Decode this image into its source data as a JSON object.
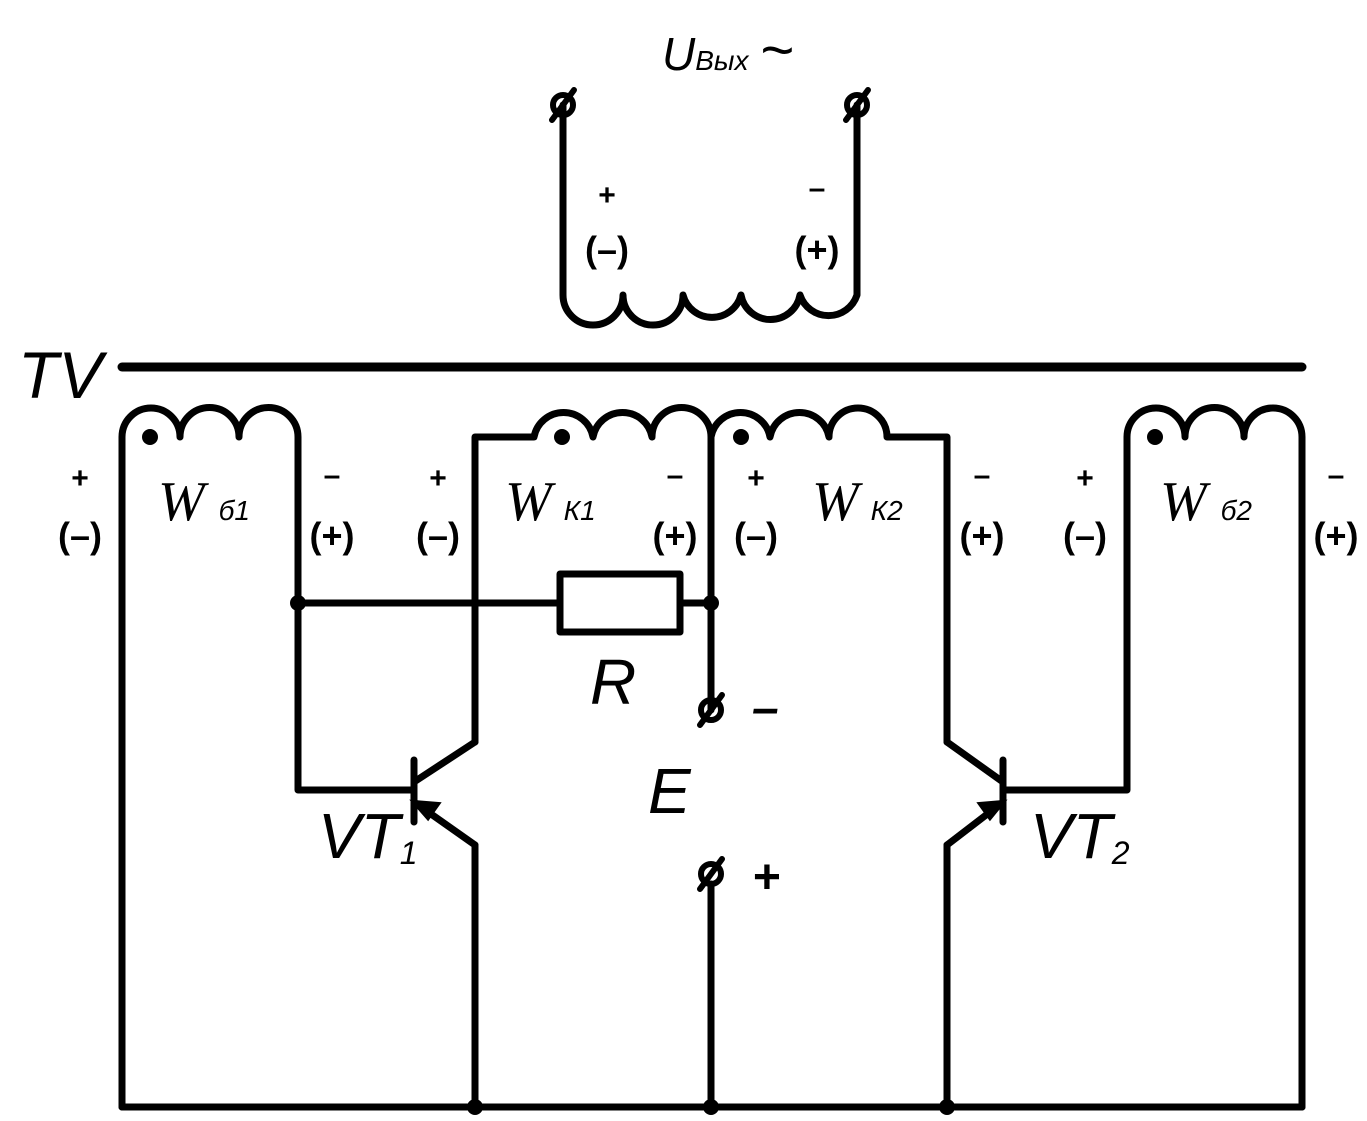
{
  "output": {
    "u": "U",
    "sub": "Вых",
    "sym": "~"
  },
  "core_label": "TV",
  "resistor_label": "R",
  "source_label": "E",
  "terminal_minus": "–",
  "terminal_plus": "+",
  "transistors": [
    {
      "main": "VT",
      "sub": "1"
    },
    {
      "main": "VT",
      "sub": "2"
    }
  ],
  "windings": [
    {
      "w": "W",
      "sub": "б1"
    },
    {
      "w": "W",
      "sub": "К1"
    },
    {
      "w": "W",
      "sub": "К2"
    },
    {
      "w": "W",
      "sub": "б2"
    }
  ],
  "polarity": {
    "out_left": {
      "top": "+",
      "bottom": "(–)"
    },
    "out_right": {
      "top": "–",
      "bottom": "(+)"
    },
    "wb1_left": {
      "top": "+",
      "bottom": "(–)"
    },
    "wb1_right": {
      "top": "–",
      "bottom": "(+)"
    },
    "wk1_left": {
      "top": "+",
      "bottom": "(–)"
    },
    "wk1_right": {
      "top": "–",
      "bottom": "(+)"
    },
    "wk2_left": {
      "top": "+",
      "bottom": "(–)"
    },
    "wk2_right": {
      "top": "–",
      "bottom": "(+)"
    },
    "wb2_left": {
      "top": "+",
      "bottom": "(–)"
    },
    "wb2_right": {
      "top": "–",
      "bottom": "(+)"
    }
  }
}
